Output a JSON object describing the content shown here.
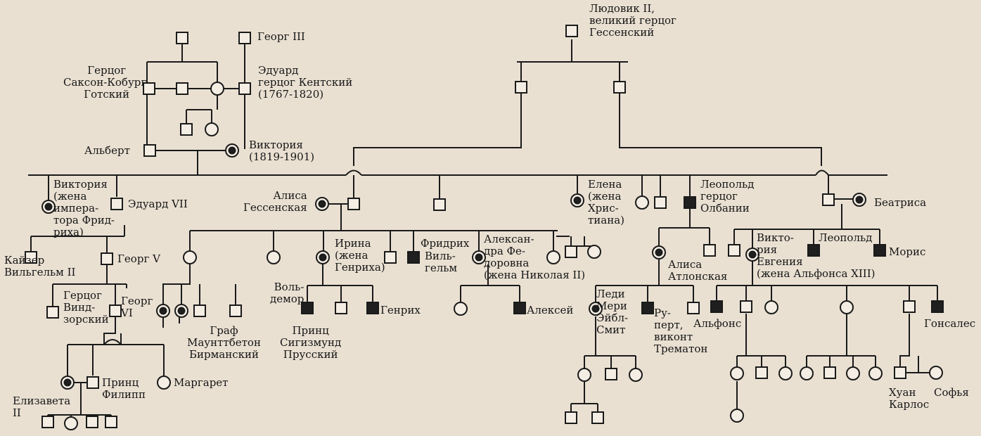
{
  "labels": {
    "ludovik": "Людовик II,\nвеликий герцог\nГессенский",
    "georg3": "Георг III",
    "gercog_saxon": "Герцог\nСаксон-Кобург-\nГотский",
    "eduard_kent": "Эдуард\nгерцог Кентский\n(1767-1820)",
    "albert": "Альберт",
    "victoria_q": "Виктория\n(1819-1901)",
    "victoria_pr": "Виктория\n(жена\nимпера-\nтора Фрид-\nриха)",
    "eduard7": "Эдуард VII",
    "alisa_g": "Алиса\nГессенская",
    "elena": "Елена\n(жена\nХрис-\nтиана)",
    "leopold_alb": "Леопольд\nгерцог\nОлбании",
    "beatrisa": "Беатриса",
    "kaiser": "Кайзер\nВильгельм II",
    "georg5": "Георг V",
    "irina": "Ирина\n(жена\nГенриха)",
    "fridrih": "Фридрих",
    "vilgelm": "Виль-\nгельм",
    "alexandra": "Алексан-\nдра Фе-\nдоровна\n(жена Николая II)",
    "alisa_at": "Алиса\nАтлонская",
    "victoria_evg": "Викто-\nрия\nЕвгения\n(жена Альфонса XIII)",
    "leopold_b": "Леопольд",
    "moris": "Морис",
    "gercog_vind": "Герцог\nВинд-\nзорский",
    "georg6": "Георг\nVI",
    "voldemor": "Воль-\nдемор",
    "graf": "Граф\nМаунттбетон\nБирманский",
    "sigizmund": "Принц\nСигизмунд\nПрусский",
    "genrih": "Генрих",
    "aleksei": "Алексей",
    "ledi_meri": "Леди\nМери\nЭйбл-\nСмит",
    "rupert": "Ру-\nперт,\nвиконт\nТрематон",
    "alfons": "Альфонс",
    "gonsales": "Гонсалес",
    "elizaveta": "Елизавета\nII",
    "filipp": "Принц\nФилипп",
    "margaret": "Маргарет",
    "huan": "Хуан\nКарлос",
    "sofia": "Софья"
  },
  "legend_meaning": {
    "square": "male",
    "circle": "female",
    "filled": "affected",
    "dot_circle": "carrier"
  },
  "colors": {
    "paper": "#e9e0d2",
    "ink": "#1a1a1a",
    "affected": "#1f1f1f"
  }
}
